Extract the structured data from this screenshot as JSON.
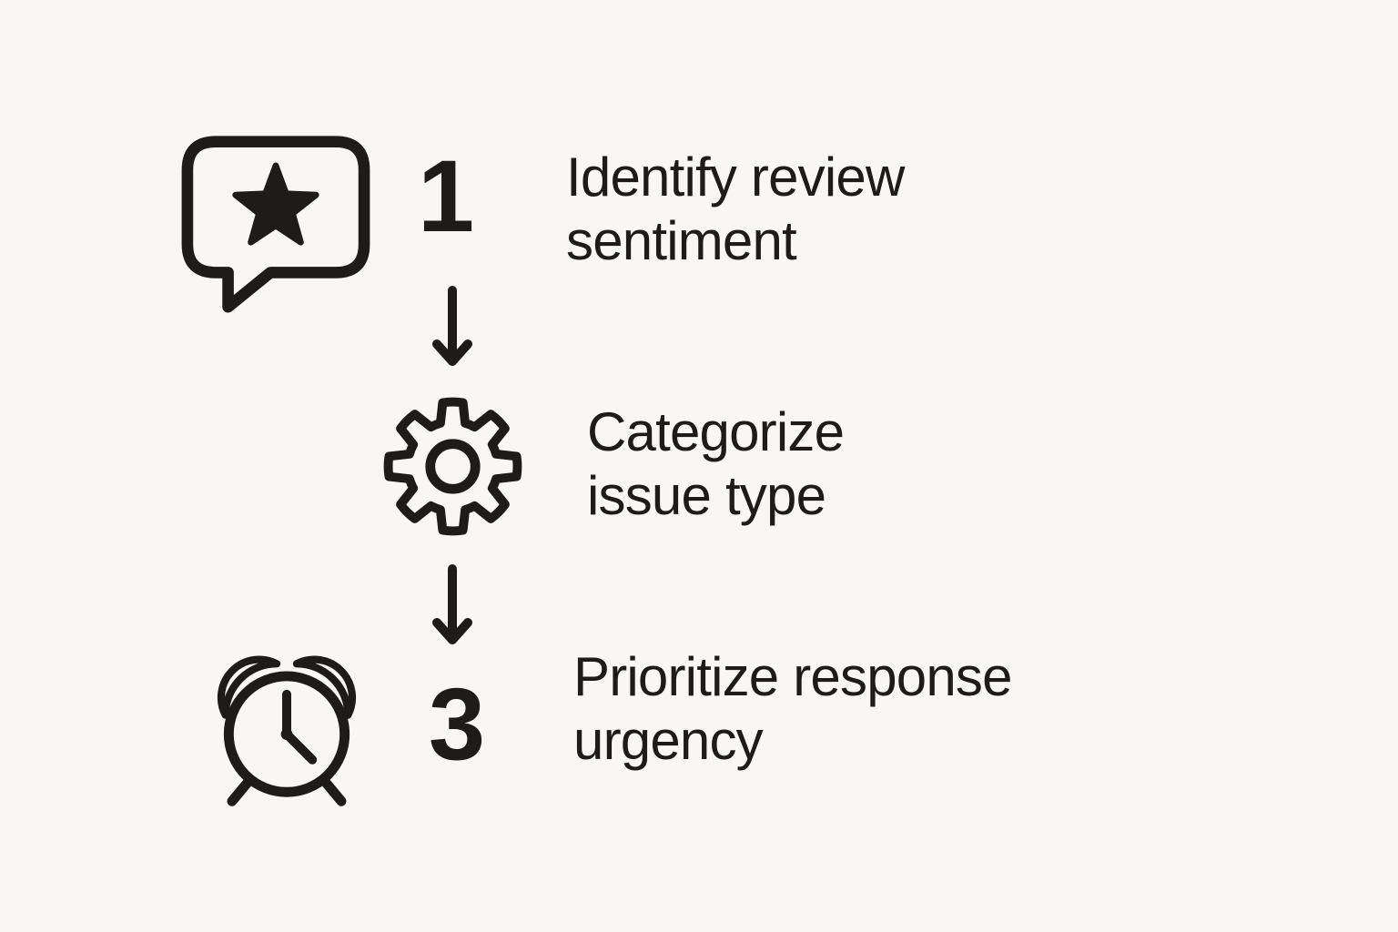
{
  "palette": {
    "background": "#f8f7f4",
    "ink": "#1d1c1a"
  },
  "flow": {
    "steps": [
      {
        "number": "1",
        "icon": "review-bubble-star-icon",
        "lines": [
          "Identify review",
          "sentiment"
        ]
      },
      {
        "icon": "gear-icon",
        "lines": [
          "Categorize",
          "issue type"
        ]
      },
      {
        "number": "3",
        "icon": "alarm-clock-icon",
        "lines": [
          "Prioritize response",
          "urgency"
        ]
      }
    ],
    "connectors": [
      {
        "icon": "down-arrow-icon",
        "direction": "down"
      },
      {
        "icon": "down-arrow-icon",
        "direction": "down"
      }
    ]
  }
}
